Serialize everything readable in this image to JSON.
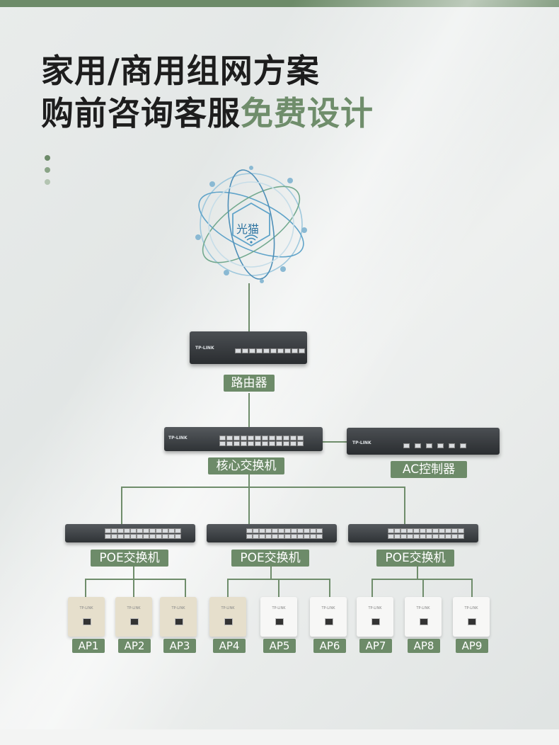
{
  "headline": {
    "line1": "家用/商用组网方案",
    "line2_main": "购前咨询客服",
    "line2_accent": "免费设计"
  },
  "colors": {
    "accent": "#6d8b69",
    "line": "#6f8d6b",
    "label_text": "#ffffff"
  },
  "hub": {
    "label": "光猫",
    "icon": "network-globe-icon"
  },
  "router": {
    "label": "路由器",
    "brand": "TP-LINK"
  },
  "core_switch": {
    "label": "核心交换机",
    "brand": "TP-LINK"
  },
  "ac_controller": {
    "label": "AC控制器",
    "brand": "TP-LINK"
  },
  "poe_switches": [
    {
      "label": "POE交换机"
    },
    {
      "label": "POE交换机"
    },
    {
      "label": "POE交换机"
    }
  ],
  "access_points": [
    {
      "label": "AP1",
      "finish": "champagne"
    },
    {
      "label": "AP2",
      "finish": "champagne"
    },
    {
      "label": "AP3",
      "finish": "champagne"
    },
    {
      "label": "AP4",
      "finish": "champagne"
    },
    {
      "label": "AP5",
      "finish": "white"
    },
    {
      "label": "AP6",
      "finish": "white"
    },
    {
      "label": "AP7",
      "finish": "white"
    },
    {
      "label": "AP8",
      "finish": "white"
    },
    {
      "label": "AP9",
      "finish": "white"
    }
  ],
  "ap_brand": "TP-LINK"
}
